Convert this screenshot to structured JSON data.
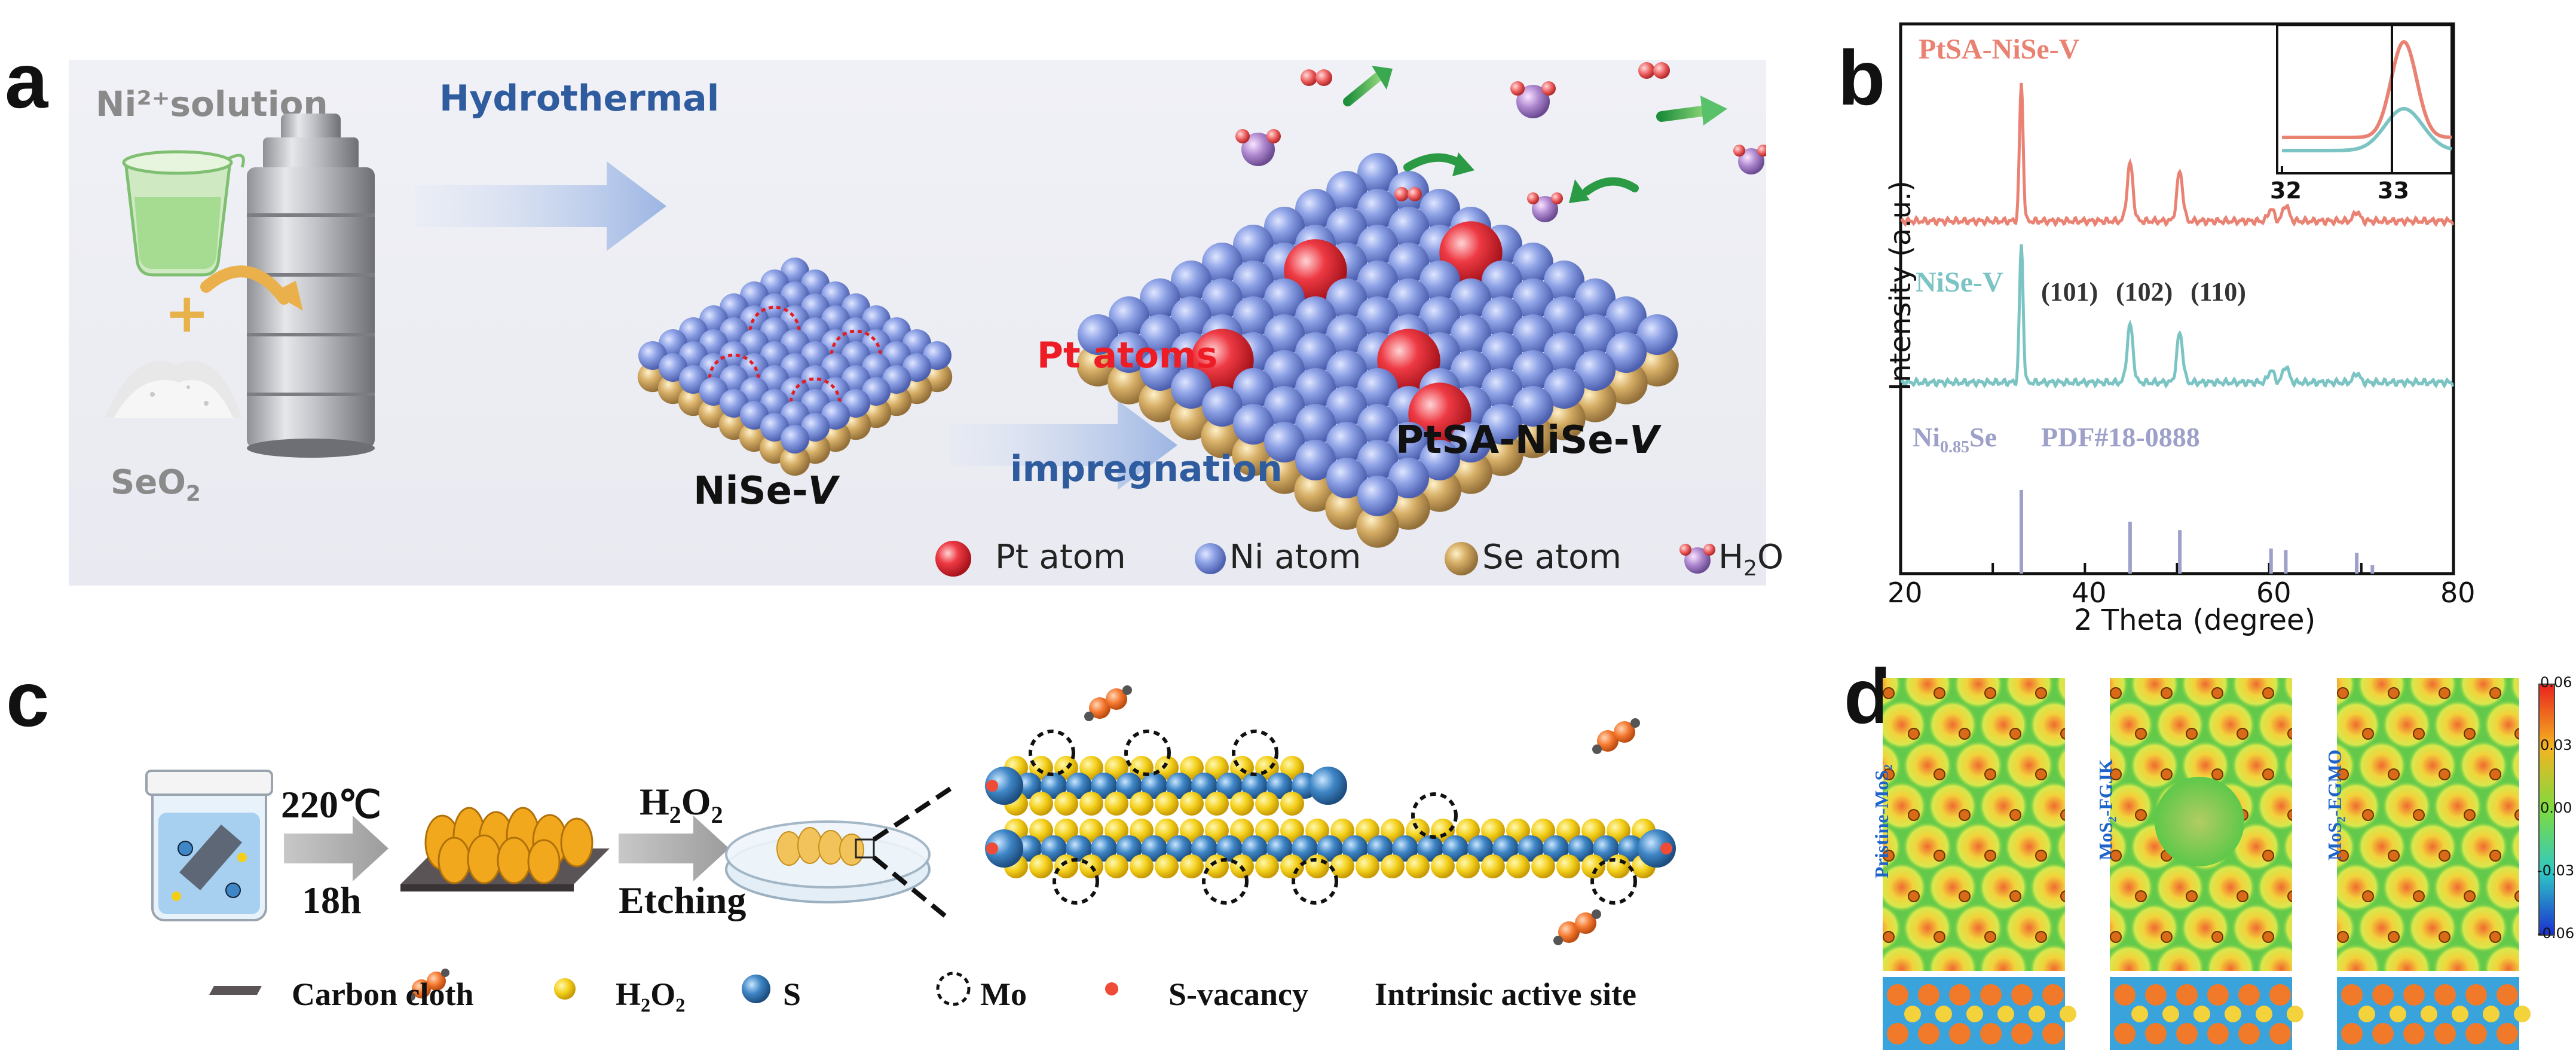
{
  "panel_a": {
    "letter": "a",
    "ni_solution": "Ni²⁺solution",
    "plus": "+",
    "seo2_main": "SeO",
    "seo2_sub": "2",
    "hydrothermal": "Hydrothermal",
    "pt_atoms": "Pt atoms",
    "impregnation": "impregnation",
    "nise_main": "NiSe-",
    "nise_v": "V",
    "ptsa_main": "PtSA-NiSe-",
    "ptsa_v": "V",
    "legend": {
      "pt": "Pt atom",
      "ni": "Ni atom",
      "se": "Se atom",
      "h2o_main": "H",
      "h2o_sub": "2",
      "h2o_end": "O"
    },
    "colors": {
      "pt": "#e8303a",
      "ni": "#7f94d9",
      "se": "#c9a15a",
      "h2o": "#a07cc8",
      "blue_text": "#2e5c9e",
      "red_text": "#ee1c25",
      "gray_text": "#8a8a8a"
    }
  },
  "panel_b": {
    "letter": "b",
    "label_ptsa": "PtSA-NiSe-V",
    "label_nise": "NiSe-V",
    "peaks": [
      "(101)",
      "(102)",
      "(110)"
    ],
    "ref_main": "Ni",
    "ref_sub": "0.85",
    "ref_end": "Se",
    "pdf": "PDF#18-0888",
    "ylabel": "Intensity (a.u.)",
    "xlabel": "2 Theta (degree)",
    "xticks": [
      "20",
      "40",
      "60",
      "80"
    ],
    "inset_ticks": [
      "32",
      "33"
    ],
    "colors": {
      "ptsa": "#e98273",
      "nise": "#7cc4c4",
      "ref": "#9da0c8"
    }
  },
  "chart_data": {
    "type": "line",
    "xlabel": "2 Theta (degree)",
    "ylabel": "Intensity (a.u.)",
    "xlim": [
      20,
      80
    ],
    "series": [
      {
        "name": "PtSA-NiSe-V",
        "peaks_2theta": [
          33.1,
          44.9,
          50.3,
          60.2,
          61.8,
          69.5
        ]
      },
      {
        "name": "NiSe-V",
        "peaks_2theta": [
          33.1,
          44.9,
          50.3,
          60.2,
          61.8,
          69.5
        ]
      },
      {
        "name": "Ni0.85Se PDF#18-0888",
        "sticks_2theta": [
          33.1,
          44.9,
          50.3,
          60.2,
          61.8,
          69.5,
          71.2
        ],
        "sticks_rel": [
          1.0,
          0.62,
          0.52,
          0.3,
          0.28,
          0.25,
          0.1
        ]
      }
    ],
    "inset": {
      "xlim": [
        32,
        33.6
      ],
      "ticks": [
        32,
        33
      ]
    }
  },
  "panel_c": {
    "letter": "c",
    "temp": "220℃",
    "time": "18h",
    "h2o2_main": "H",
    "h2o2_sub1": "2",
    "h2o2_mid": "O",
    "h2o2_sub2": "2",
    "etching": "Etching",
    "legend": {
      "carbon": "Carbon cloth",
      "h2o2": "H₂O₂",
      "s": "S",
      "mo": "Mo",
      "vacancy": "S-vacancy",
      "active": "Intrinsic active site"
    }
  },
  "panel_d": {
    "letter": "d",
    "labels": [
      "Pristine-MoS₂",
      "MoS₂-FGJK",
      "MoS₂-EGMO"
    ],
    "colorbar_ticks": [
      "0.06",
      "0.03",
      "0.00",
      "-0.03",
      "-0.06"
    ]
  }
}
